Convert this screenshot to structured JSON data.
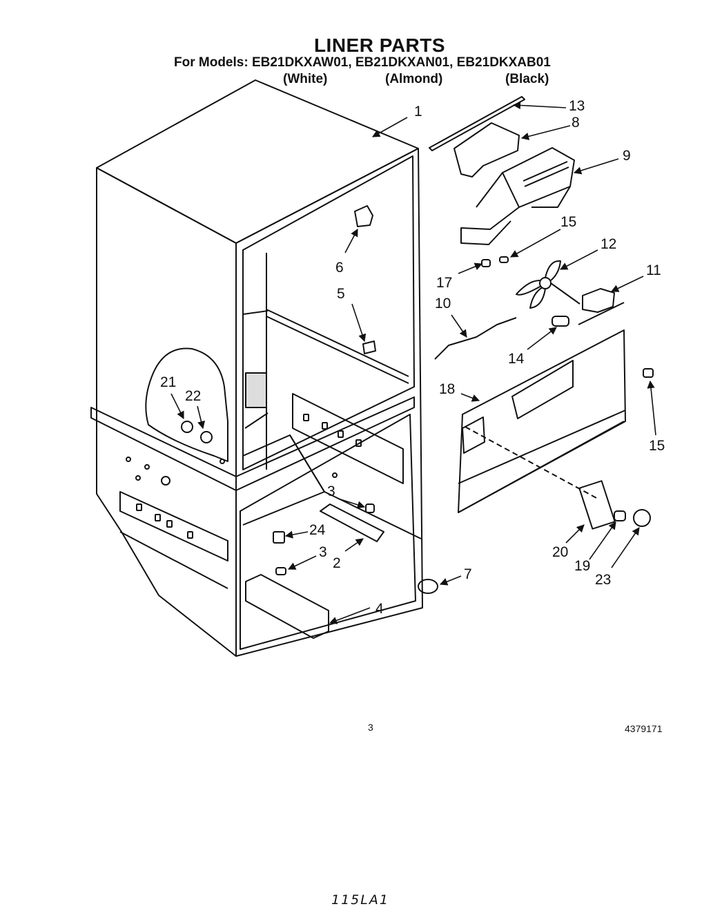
{
  "header": {
    "title": "LINER PARTS",
    "models": "For Models: EB21DKXAW01, EB21DKXAN01, EB21DKXAB01",
    "variants": [
      "(White)",
      "(Almond)",
      "(Black)"
    ]
  },
  "callouts": {
    "c1": "1",
    "c2": "2",
    "c3a": "3",
    "c3b": "3",
    "c4": "4",
    "c5": "5",
    "c6": "6",
    "c7": "7",
    "c8": "8",
    "c9": "9",
    "c10": "10",
    "c11": "11",
    "c12": "12",
    "c13": "13",
    "c14": "14",
    "c15a": "15",
    "c15b": "15",
    "c17": "17",
    "c18": "18",
    "c19": "19",
    "c20": "20",
    "c21": "21",
    "c22": "22",
    "c23": "23",
    "c24": "24"
  },
  "footer": {
    "page_number": "3",
    "doc_number": "4379171",
    "handwritten": "115LA1"
  }
}
